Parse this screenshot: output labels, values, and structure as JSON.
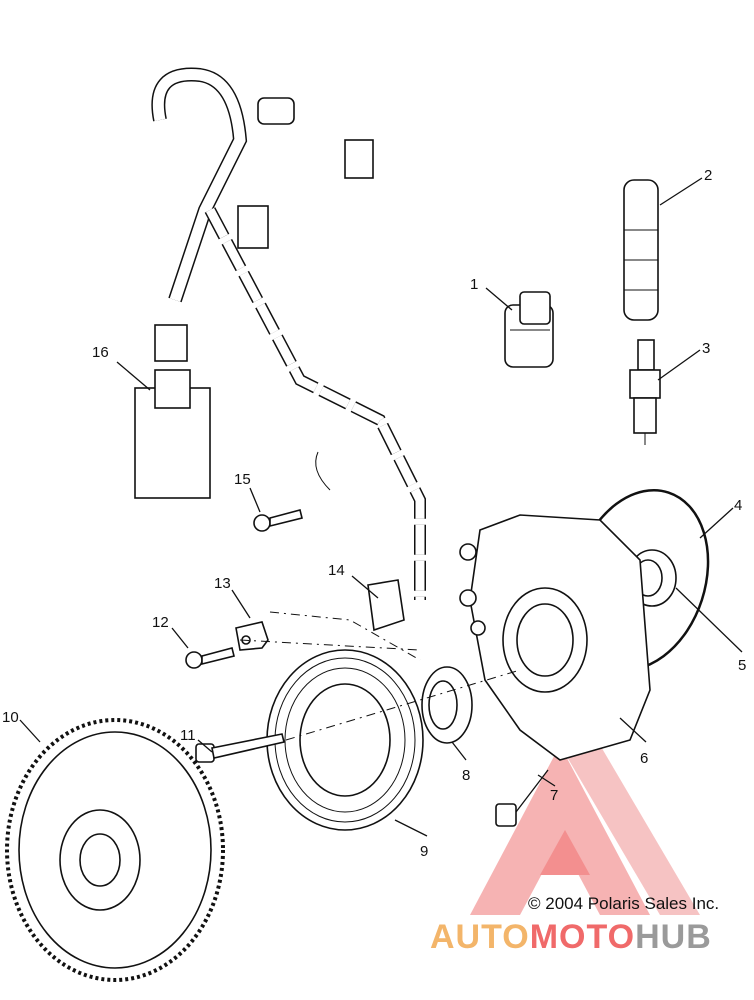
{
  "callouts": [
    "1",
    "2",
    "3",
    "4",
    "5",
    "6",
    "7",
    "8",
    "9",
    "10",
    "11",
    "12",
    "13",
    "14",
    "15",
    "16"
  ],
  "copyright": "© 2004 Polaris Sales Inc.",
  "watermark": {
    "part1": "AUTO",
    "part2": "MOTO",
    "part3": "HUB"
  },
  "colors": {
    "watermark_red": "#f06a6a",
    "watermark_orange": "#f3b56a",
    "watermark_gray": "#9a9a9a",
    "line": "#111111"
  }
}
